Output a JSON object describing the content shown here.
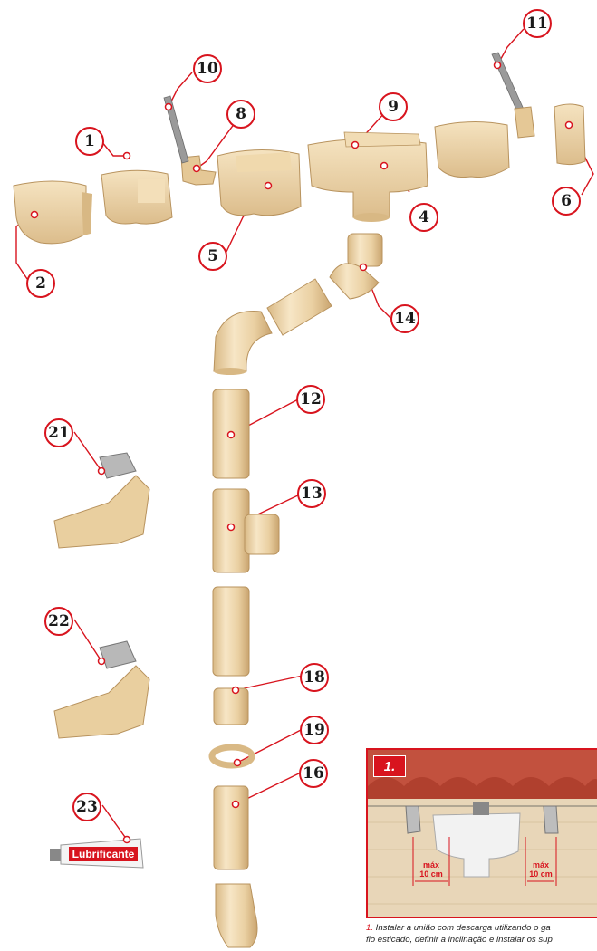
{
  "callouts": [
    "1",
    "2",
    "4",
    "5",
    "6",
    "8",
    "9",
    "10",
    "11",
    "12",
    "13",
    "14",
    "16",
    "18",
    "19",
    "21",
    "22",
    "23"
  ],
  "tube_label": "Lubrificante",
  "inset": {
    "badge": "1.",
    "max_left": {
      "line1": "máx",
      "line2": "10 cm"
    },
    "max_right": {
      "line1": "máx",
      "line2": "10 cm"
    }
  },
  "caption": {
    "number": "1.",
    "line1": " Instalar a união com descarga utilizando o ga",
    "line2": "fio esticado, definir a inclinação e instalar os sup"
  },
  "colors": {
    "accent": "#d8141e",
    "part": "#ecd2a6",
    "part_shadow": "#cdab78",
    "part_light": "#f7e7c8"
  }
}
